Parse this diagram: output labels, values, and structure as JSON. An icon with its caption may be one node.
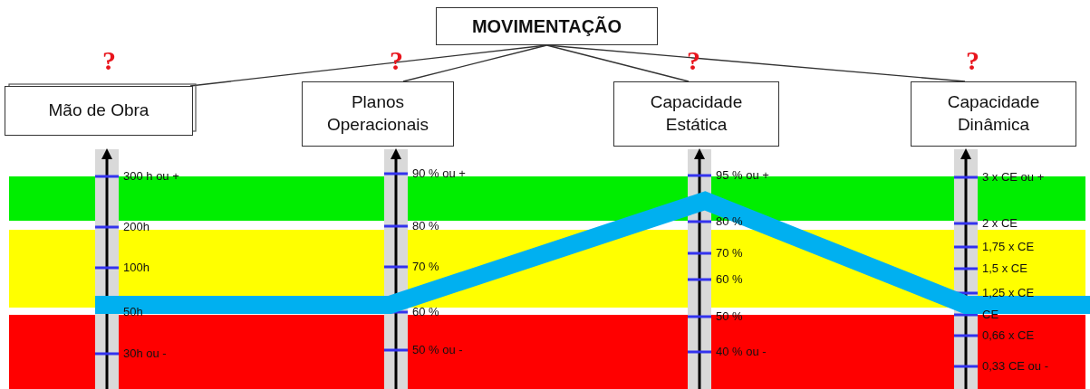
{
  "diagram": {
    "nodes": [
      {
        "text": [
          "MOVIMENTAÇÃO"
        ]
      },
      {
        "text": [
          "Mão de Obra"
        ]
      },
      {
        "text": [
          "Planos Operacionais"
        ]
      },
      {
        "text": [
          "Capacidade Estática"
        ]
      },
      {
        "text": [
          "Capacidade Dinâmica"
        ]
      }
    ],
    "edges": [
      {
        "from": 0,
        "to": 1,
        "arrow": "none"
      },
      {
        "from": 0,
        "to": 2,
        "arrow": "none"
      },
      {
        "from": 0,
        "to": 3,
        "arrow": "none"
      },
      {
        "from": 0,
        "to": 4,
        "arrow": "none"
      }
    ],
    "labels": [
      "?",
      "?",
      "?",
      "?",
      "300 h ou +",
      "200h",
      "100h",
      "50h",
      "30h ou -",
      "90 % ou +",
      "80 %",
      "70 %",
      "60 %",
      "50 % ou -",
      "95 % ou +",
      "80 %",
      "70 %",
      "60 %",
      "50 %",
      "40 % ou -",
      "3 x CE ou +",
      "2 x CE",
      "1,75 x CE",
      "1,5 x CE",
      "1,25 x CE",
      "CE",
      "0,66 x CE",
      "0,33 CE ou -"
    ]
  }
}
